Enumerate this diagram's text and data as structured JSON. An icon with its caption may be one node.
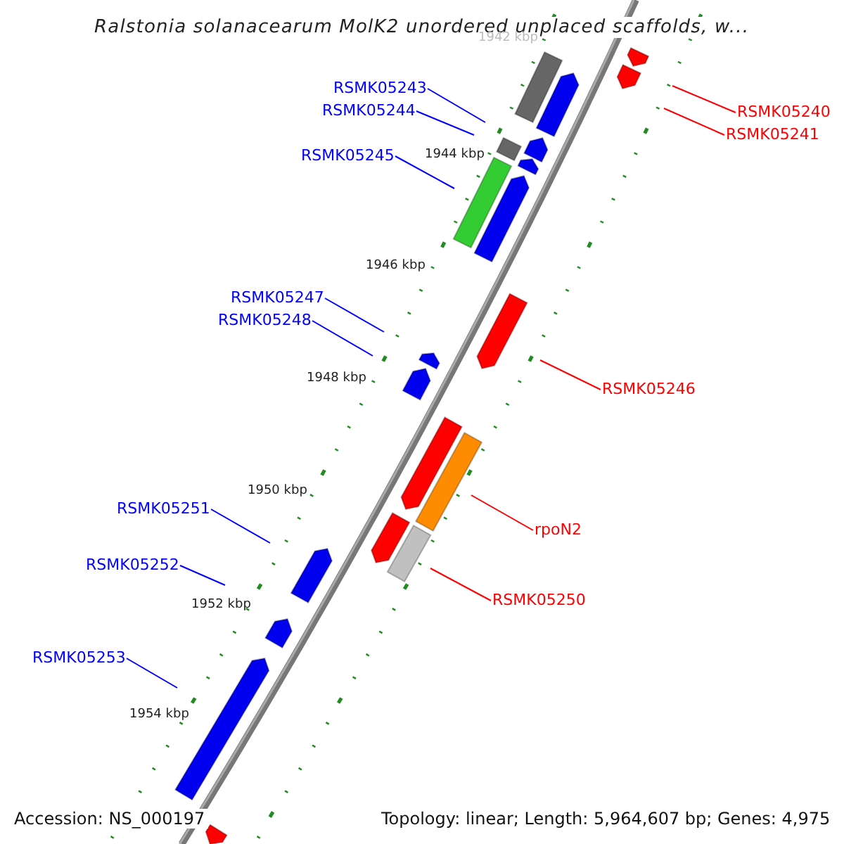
{
  "diagram": {
    "title": "Ralstonia solanacearum MolK2 unordered unplaced scaffolds, w...",
    "nodes": [
      {
        "text": [
          "RSMK05243"
        ]
      },
      {
        "text": [
          "RSMK05240"
        ]
      },
      {
        "text": [
          "RSMK05244"
        ]
      },
      {
        "text": [
          "RSMK05241"
        ]
      },
      {
        "text": [
          "RSMK05245"
        ]
      },
      {
        "text": [
          "RSMK05247"
        ]
      },
      {
        "text": [
          "RSMK05248"
        ]
      },
      {
        "text": [
          "RSMK05246"
        ]
      },
      {
        "text": [
          "RSMK05251"
        ]
      },
      {
        "text": [
          "rpoN2"
        ]
      },
      {
        "text": [
          "RSMK05252"
        ]
      },
      {
        "text": [
          "RSMK05250"
        ]
      },
      {
        "text": [
          "RSMK05253"
        ]
      }
    ],
    "edges": [
      {
        "from": 0,
        "to": null,
        "arrow": "none"
      },
      {
        "from": 1,
        "to": null,
        "arrow": "none",
        "color": "#ff0000"
      },
      {
        "from": 2,
        "to": null,
        "arrow": "none"
      },
      {
        "from": 3,
        "to": null,
        "arrow": "none",
        "color": "#ff0000"
      },
      {
        "from": 4,
        "to": null,
        "arrow": "none"
      },
      {
        "from": 5,
        "to": null,
        "arrow": "none"
      },
      {
        "from": 6,
        "to": null,
        "arrow": "none"
      },
      {
        "from": 7,
        "to": null,
        "arrow": "none",
        "color": "#ff0000"
      },
      {
        "from": 8,
        "to": null,
        "arrow": "none"
      },
      {
        "from": 9,
        "to": null,
        "arrow": "none",
        "color": "#ff0000"
      },
      {
        "from": 10,
        "to": null,
        "arrow": "none"
      },
      {
        "from": 11,
        "to": null,
        "arrow": "none",
        "color": "#ff0000"
      },
      {
        "from": 12,
        "to": null,
        "arrow": "none"
      }
    ],
    "labels": [
      "1942 kbp",
      "1944 kbp",
      "1946 kbp",
      "1948 kbp",
      "1950 kbp",
      "1952 kbp",
      "1954 kbp",
      "Accession: NS_000197",
      "Topology: linear; Length: 5,964,607 bp; Genes: 4,975"
    ]
  }
}
